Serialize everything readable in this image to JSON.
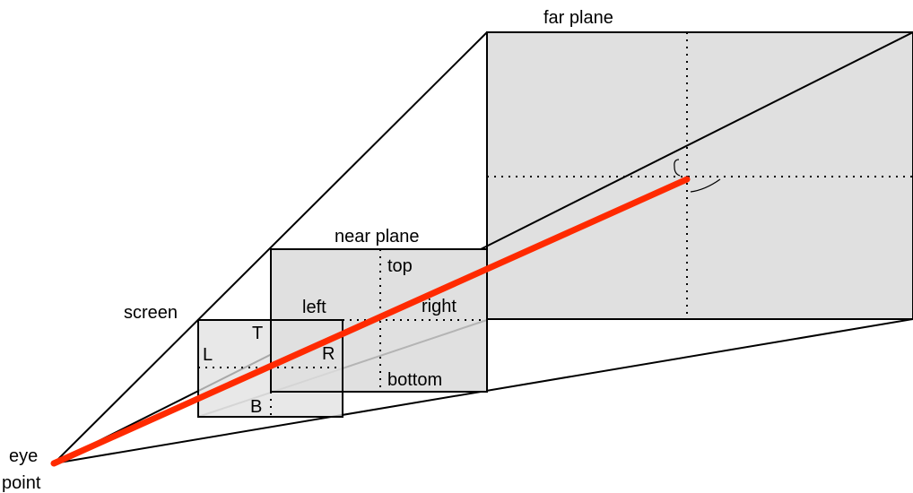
{
  "diagram": {
    "labels": {
      "far_plane": "far plane",
      "near_plane": "near plane",
      "top": "top",
      "left": "left",
      "right": "right",
      "bottom": "bottom",
      "screen": "screen",
      "screen_top": "T",
      "screen_left": "L",
      "screen_right": "R",
      "screen_bottom": "B",
      "eye_line1": "eye",
      "eye_line2": "point"
    },
    "colors": {
      "view_ray": "#ff2a00",
      "plane_fill": "#e0e0e0",
      "hidden_edge": "#b4b4b4",
      "outline": "#000000"
    }
  }
}
